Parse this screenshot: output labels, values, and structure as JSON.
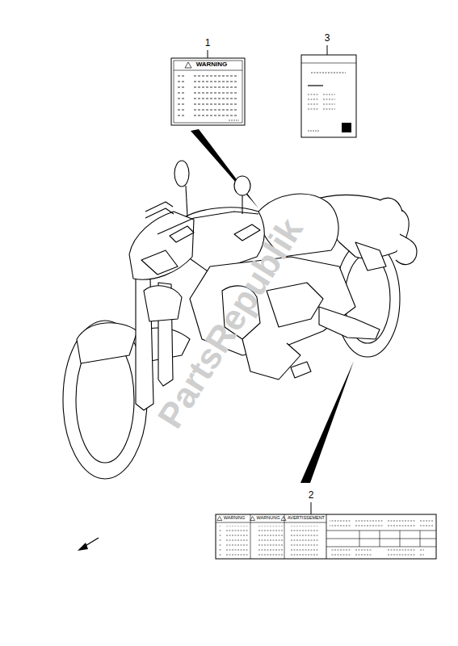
{
  "diagram": {
    "labels": [
      "1",
      "WARNING",
      "3",
      "2",
      "WARNING",
      "WARNUNG",
      "AVERTISSEMENT",
      "PartsRepublik"
    ]
  }
}
